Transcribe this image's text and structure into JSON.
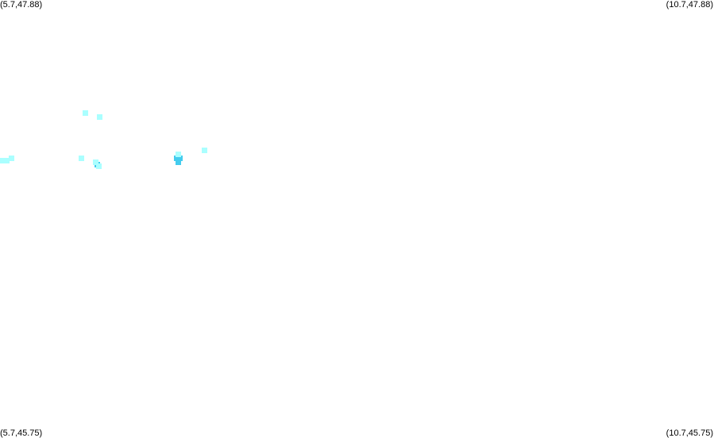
{
  "corners": {
    "top_left": "(5.7,47.88)",
    "top_right": "(10.7,47.88)",
    "bottom_left": "(5.7,45.75)",
    "bottom_right": "(10.7,45.75)"
  },
  "extent": {
    "lon_min": 5.7,
    "lon_max": 10.7,
    "lat_min": 45.75,
    "lat_max": 47.88
  },
  "colors": {
    "background": "#ffffff",
    "low": "#aaffff",
    "mid": "#88eeff",
    "high": "#44ccee"
  },
  "cells": [
    {
      "lon": 6.3,
      "lat": 47.33,
      "level": "low"
    },
    {
      "lon": 6.4,
      "lat": 47.31,
      "level": "low"
    },
    {
      "lon": 5.72,
      "lat": 47.1,
      "level": "low"
    },
    {
      "lon": 5.75,
      "lat": 47.1,
      "level": "low"
    },
    {
      "lon": 5.78,
      "lat": 47.11,
      "level": "low"
    },
    {
      "lon": 6.27,
      "lat": 47.11,
      "level": "low"
    },
    {
      "lon": 6.38,
      "lat": 47.08,
      "level": "high"
    },
    {
      "lon": 6.39,
      "lat": 47.07,
      "level": "low"
    },
    {
      "lon": 6.37,
      "lat": 47.09,
      "level": "low"
    },
    {
      "lon": 6.94,
      "lat": 47.11,
      "level": "high"
    },
    {
      "lon": 6.96,
      "lat": 47.11,
      "level": "high"
    },
    {
      "lon": 6.95,
      "lat": 47.09,
      "level": "high"
    },
    {
      "lon": 6.95,
      "lat": 47.13,
      "level": "low"
    },
    {
      "lon": 7.13,
      "lat": 47.15,
      "level": "low"
    }
  ]
}
